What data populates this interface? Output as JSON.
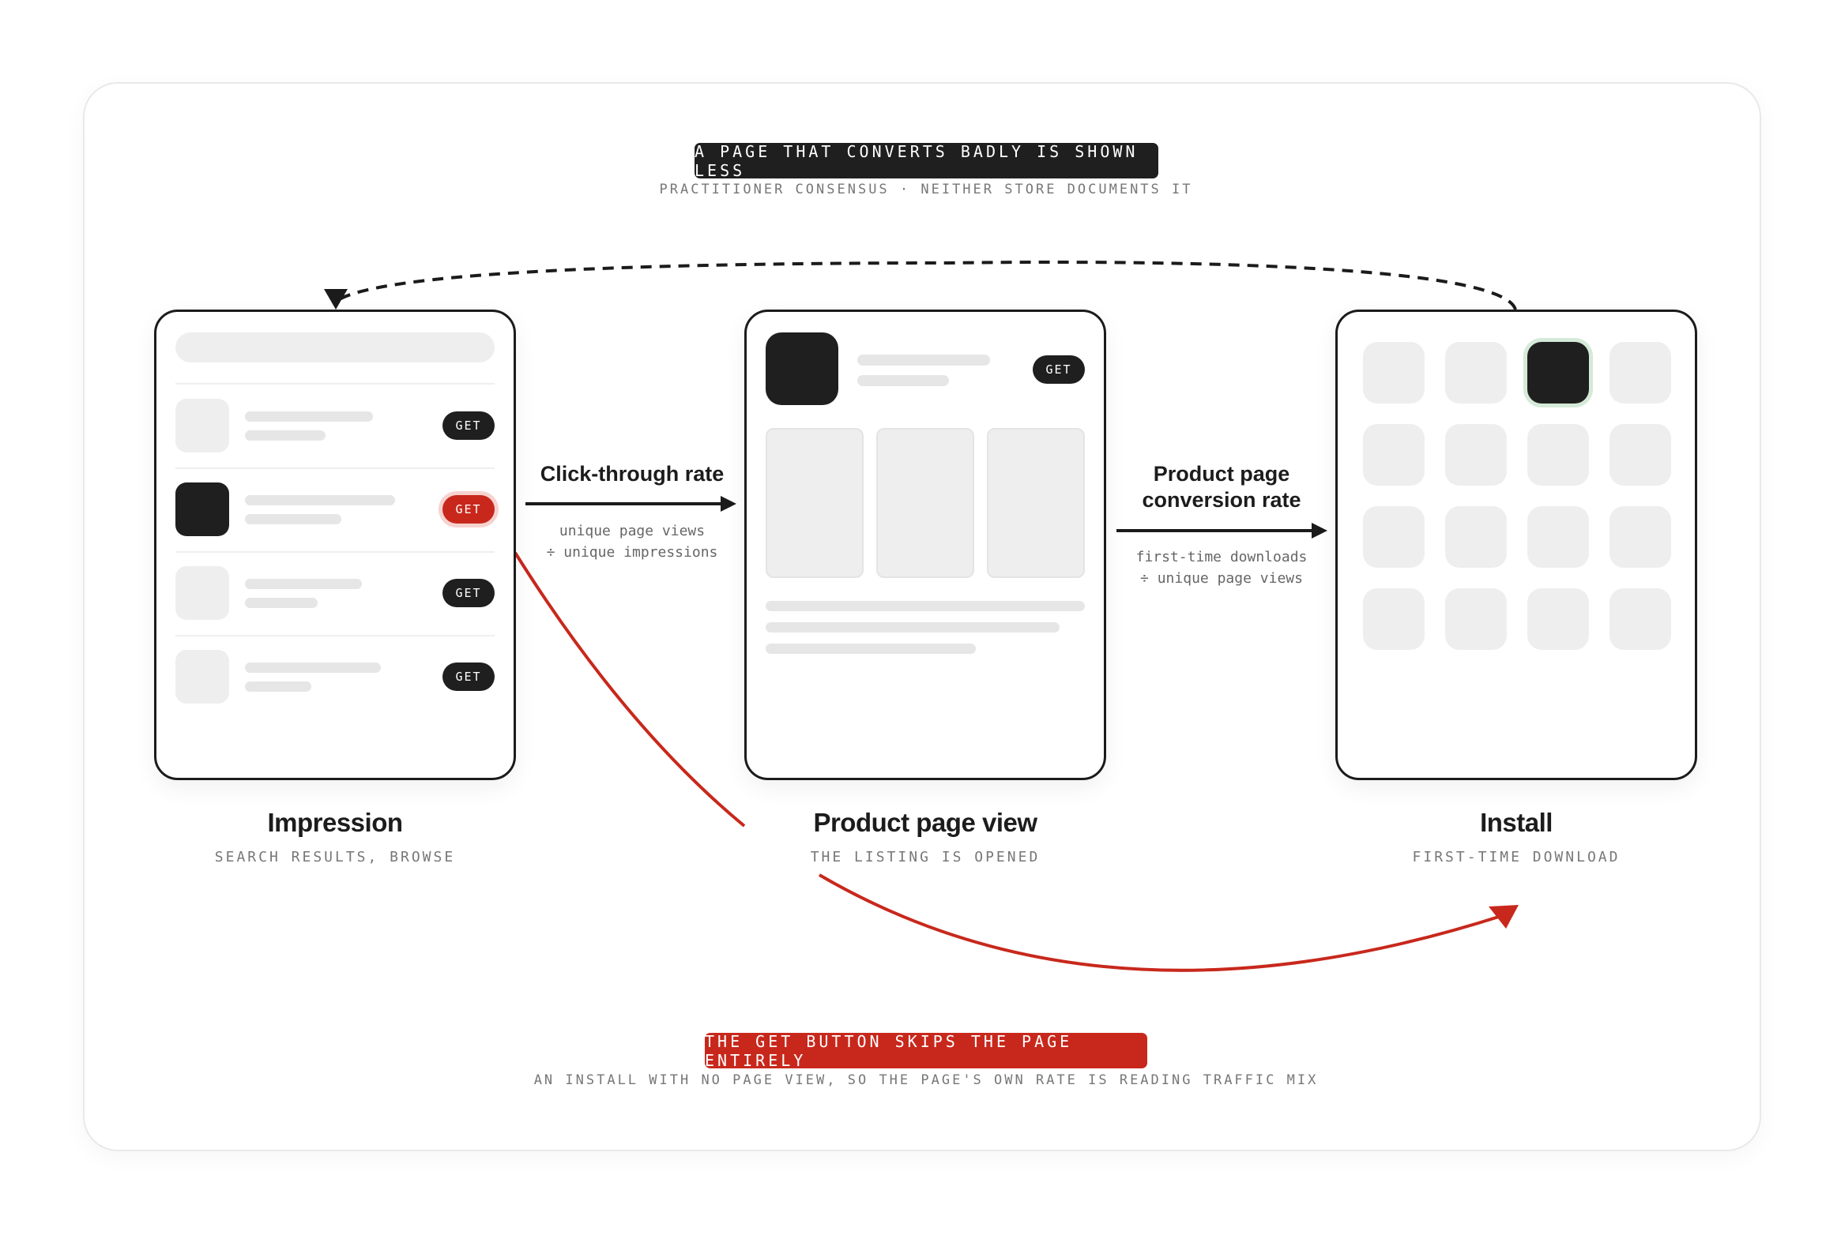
{
  "header": {
    "banner": "A PAGE THAT CONVERTS BADLY IS SHOWN LESS",
    "subtitle": "PRACTITIONER CONSENSUS · NEITHER STORE DOCUMENTS IT"
  },
  "stages": [
    {
      "title": "Impression",
      "subtitle": "SEARCH RESULTS, BROWSE"
    },
    {
      "title": "Product page view",
      "subtitle": "THE LISTING IS OPENED"
    },
    {
      "title": "Install",
      "subtitle": "FIRST-TIME DOWNLOAD"
    }
  ],
  "metrics": [
    {
      "title": "Click-through rate",
      "numerator": "unique page views",
      "denominator": "÷ unique impressions"
    },
    {
      "title_line1": "Product page",
      "title_line2": "conversion rate",
      "numerator": "first-time downloads",
      "denominator": "÷ unique page views"
    }
  ],
  "get_label": "GET",
  "footer": {
    "banner": "THE GET BUTTON SKIPS THE PAGE ENTIRELY",
    "subtitle": "AN INSTALL WITH NO PAGE VIEW, SO THE PAGE'S OWN RATE IS READING TRAFFIC MIX"
  },
  "colors": {
    "accent_red": "#c8281c",
    "dark": "#1f1f1f",
    "placeholder": "#eeeeee",
    "highlight_ring": "#d5ead8"
  }
}
